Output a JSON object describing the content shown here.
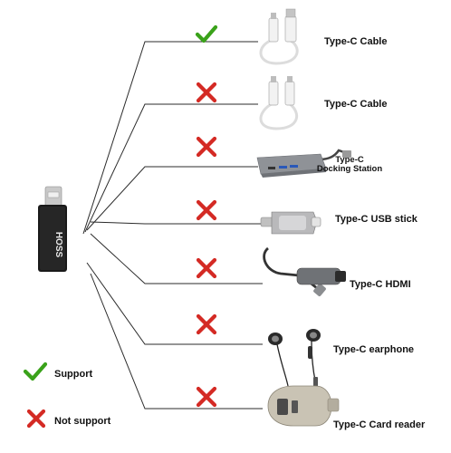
{
  "brand": "HOSS",
  "colors": {
    "check": "#3aa21a",
    "cross": "#d42a24",
    "line": "#2b2b2b"
  },
  "items": [
    {
      "label": "Type-C Cable",
      "supported": true,
      "icon": "usb-a-to-c-cable-icon"
    },
    {
      "label": "Type-C Cable",
      "supported": false,
      "icon": "usb-c-to-c-cable-icon"
    },
    {
      "label": "Type-C",
      "label2": "Docking Station",
      "supported": false,
      "icon": "docking-station-icon"
    },
    {
      "label": "Type-C USB stick",
      "supported": false,
      "icon": "usb-stick-icon"
    },
    {
      "label": "Type-C HDMI",
      "supported": false,
      "icon": "hdmi-adapter-icon"
    },
    {
      "label": "Type-C earphone",
      "supported": false,
      "icon": "earphone-icon"
    },
    {
      "label": "Type-C Card reader",
      "supported": false,
      "icon": "card-reader-icon"
    }
  ],
  "legend": {
    "support": "Support",
    "not_support": "Not support"
  }
}
